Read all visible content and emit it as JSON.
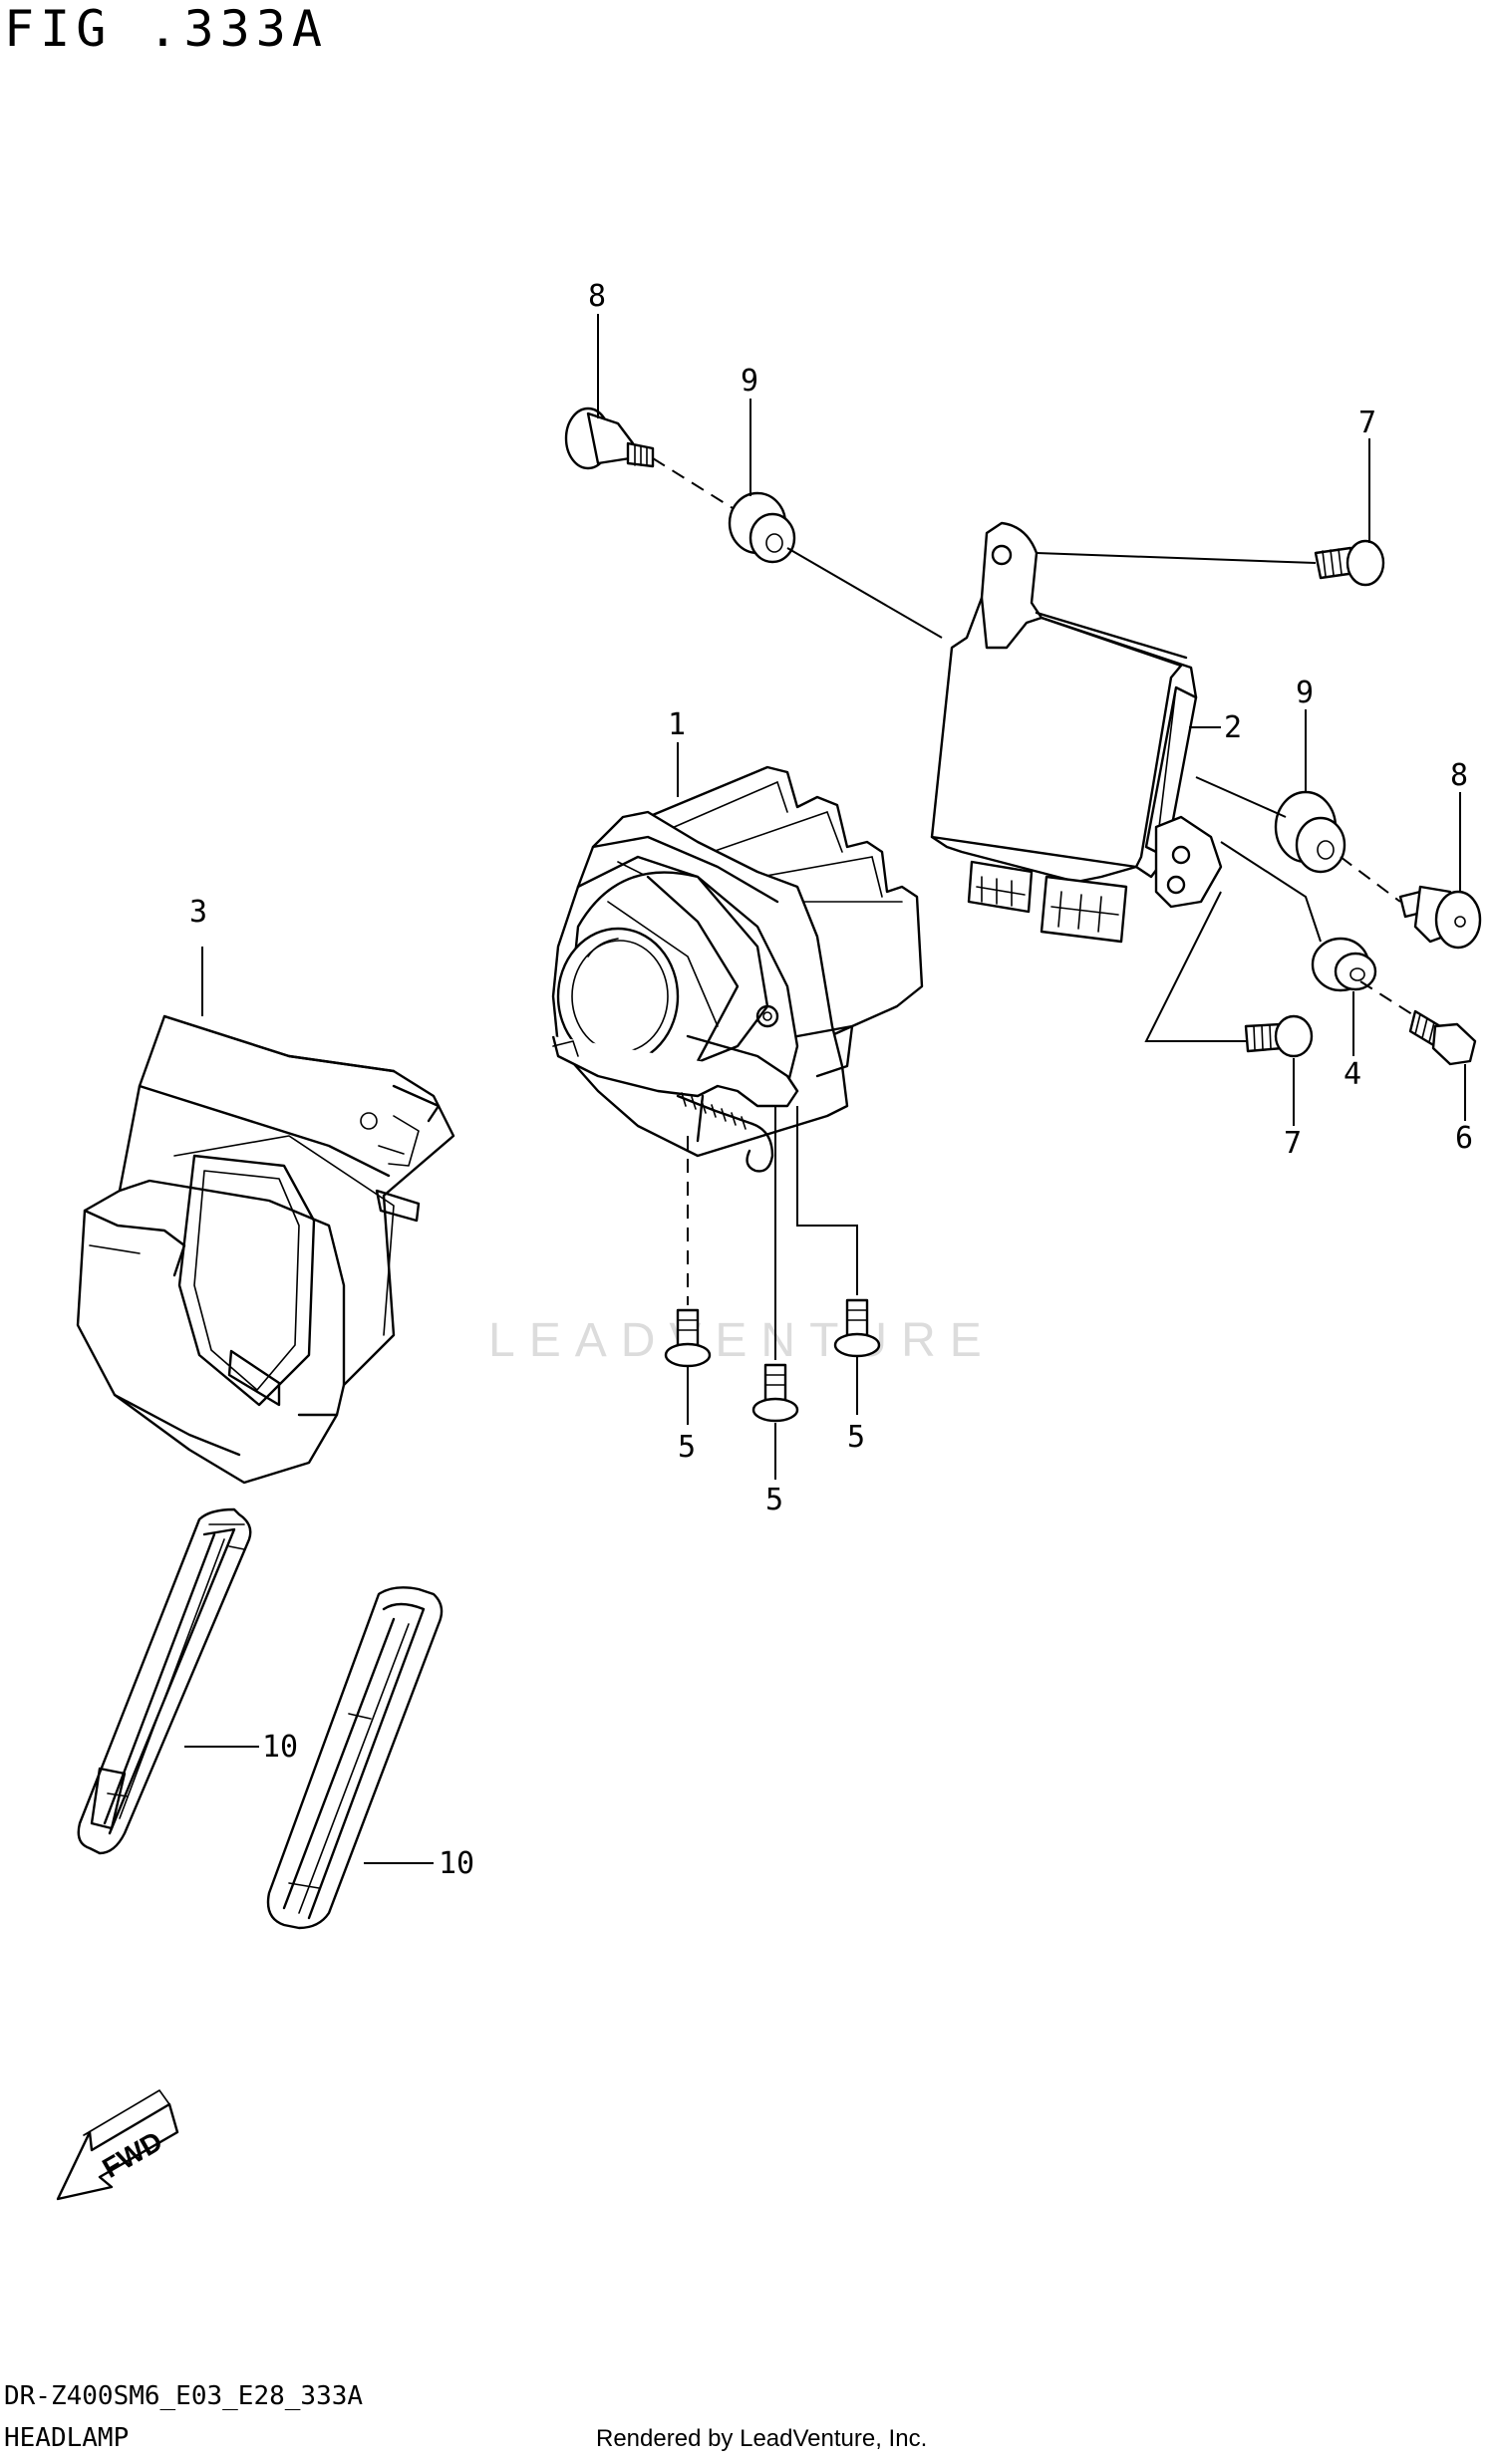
{
  "figure": {
    "title": "FIG .333A",
    "model_code": "DR-Z400SM6_E03_E28_333A",
    "section_name": "HEADLAMP",
    "credit": "Rendered by LeadVenture, Inc.",
    "watermark": "LEADVENTURE"
  },
  "callouts": {
    "c1": "1",
    "c2": "2",
    "c3": "3",
    "c4": "4",
    "c5a": "5",
    "c5b": "5",
    "c5c": "5",
    "c6": "6",
    "c7a": "7",
    "c7b": "7",
    "c8a": "8",
    "c8b": "8",
    "c9a": "9",
    "c9b": "9",
    "c10a": "10",
    "c10b": "10"
  },
  "fwd_arrow_label": "FWD"
}
